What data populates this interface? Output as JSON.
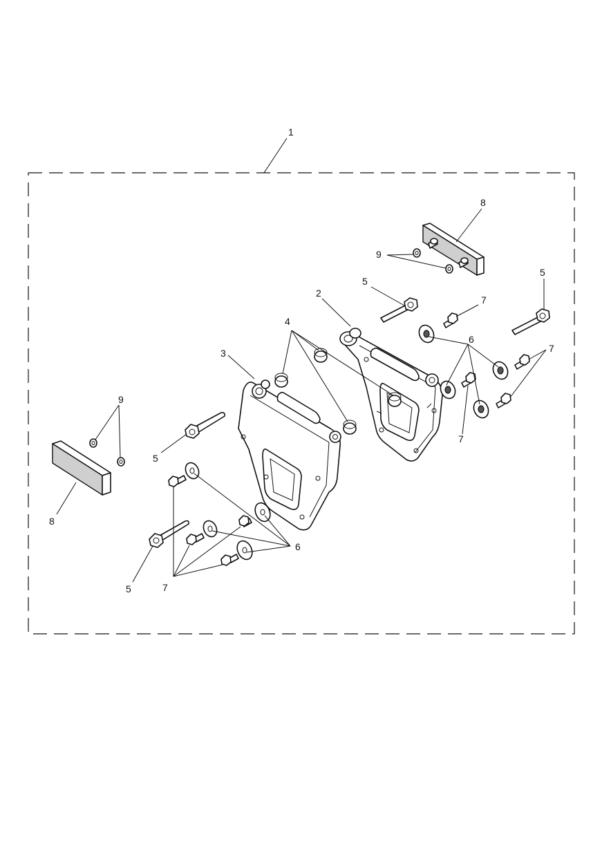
{
  "labels": {
    "l1": "1",
    "l2": "2",
    "l3": "3",
    "l4": "4",
    "l5a": "5",
    "l5b": "5",
    "l5c": "5",
    "l5d": "5",
    "l6a": "6",
    "l6b": "6",
    "l7a": "7",
    "l7b": "7",
    "l7c": "7",
    "l7d": "7",
    "l8a": "8",
    "l8b": "8",
    "l9a": "9",
    "l9b": "9"
  }
}
